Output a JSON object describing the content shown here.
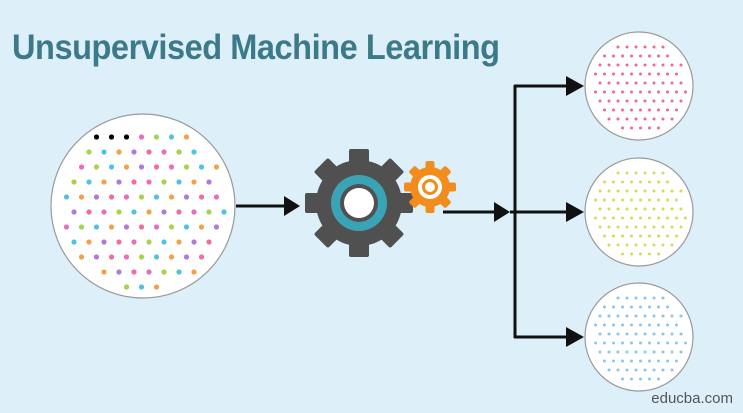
{
  "title": "Unsupervised Machine Learning",
  "credit": "educba.com",
  "colors": {
    "background": "#ddeff9",
    "title": "#3c7a89",
    "arrow": "#111111",
    "circle_border": "#9a9a9a",
    "big_gear": "#505050",
    "gear_ring": "#3ba3b6",
    "small_gear": "#f28c1c",
    "input_dots": [
      "#e86cc0",
      "#a8d24b",
      "#4fc4dc",
      "#f4a04a",
      "#b07ad8",
      "#f26d9a"
    ],
    "cluster_dots": [
      "#ee6a8c",
      "#d9d95a",
      "#8ec3ea"
    ]
  },
  "icons": {
    "input": "input-data-circle",
    "process": "gears-icon",
    "outputs": [
      "cluster-pink-circle",
      "cluster-yellow-circle",
      "cluster-blue-circle"
    ]
  }
}
